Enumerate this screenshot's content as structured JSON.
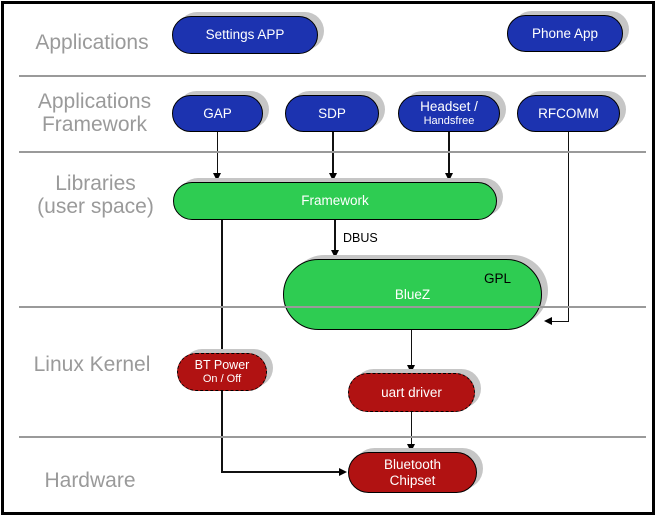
{
  "layers": [
    {
      "line1": "Applications",
      "line2": ""
    },
    {
      "line1": "Applications",
      "line2": "Framework"
    },
    {
      "line1": "Libraries",
      "line2": "(user space)"
    },
    {
      "line1": "Linux Kernel",
      "line2": ""
    },
    {
      "line1": "Hardware",
      "line2": ""
    }
  ],
  "nodes": {
    "settings_app": {
      "label": "Settings APP"
    },
    "phone_app": {
      "label": "Phone App"
    },
    "gap": {
      "label": "GAP"
    },
    "sdp": {
      "label": "SDP"
    },
    "headset": {
      "line1": "Headset /",
      "line2": "Handsfree"
    },
    "rfcomm": {
      "label": "RFCOMM"
    },
    "framework": {
      "label": "Framework"
    },
    "bluez": {
      "label": "BlueZ",
      "badge": "GPL"
    },
    "bt_power": {
      "line1": "BT Power",
      "line2": "On / Off"
    },
    "uart_driver": {
      "label": "uart driver"
    },
    "bluetooth_chipset": {
      "line1": "Bluetooth",
      "line2": "Chipset"
    }
  },
  "edges": {
    "dbus_label": "DBUS"
  },
  "colors": {
    "app_blue": "#1c33b0",
    "userspace_green": "#2ecc52",
    "kernel_red": "#b11212",
    "layer_label_gray": "#9a9a9a",
    "divider_gray": "#9a9a9a",
    "shadow_gray": "#c6c6c6"
  }
}
